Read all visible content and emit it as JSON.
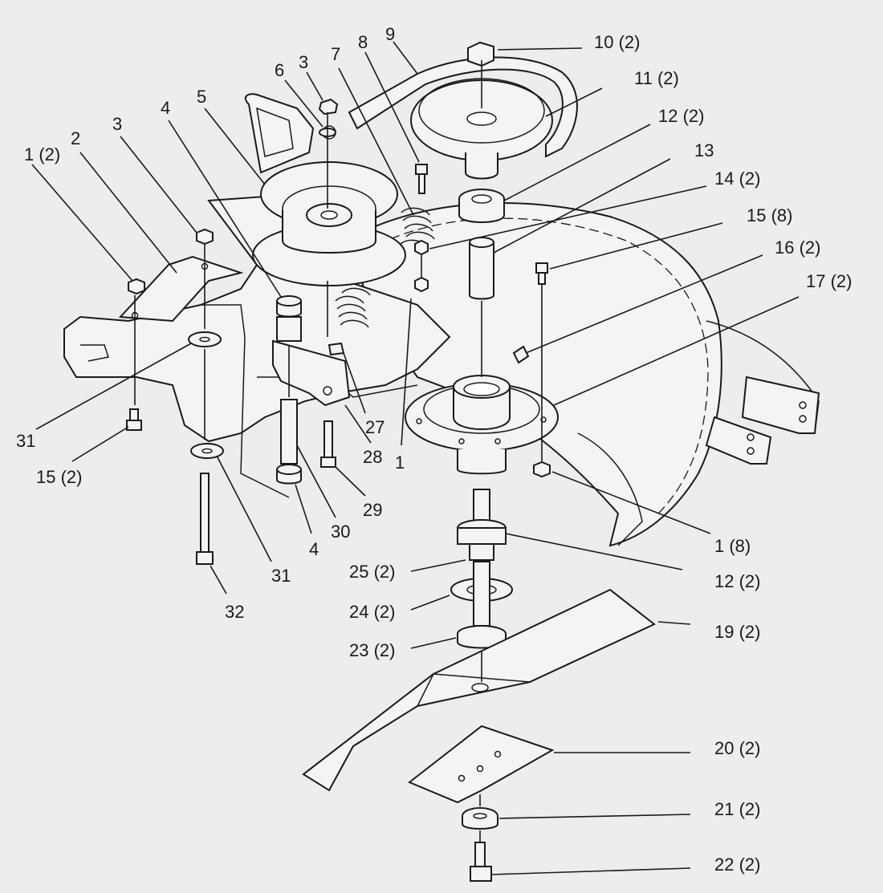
{
  "labels": {
    "l1_2": "1 (2)",
    "l2": "2",
    "l3_left": "3",
    "l3_top": "3",
    "l4_top": "4",
    "l5": "5",
    "l6": "6",
    "l7": "7",
    "l8": "8",
    "l9": "9",
    "l10": "10 (2)",
    "l11": "11 (2)",
    "l12_top": "12 (2)",
    "l13": "13",
    "l14": "14 (2)",
    "l15_8": "15 (8)",
    "l16": "16 (2)",
    "l17": "17 (2)",
    "l31_left": "31",
    "l15_2": "15 (2)",
    "l27": "27",
    "l28": "28",
    "l1_mid": "1",
    "l29": "29",
    "l30": "30",
    "l4_bottom": "4",
    "l31_bottom": "31",
    "l32": "32",
    "l1_8": "1 (8)",
    "l12_bottom": "12 (2)",
    "l25": "25 (2)",
    "l24": "24 (2)",
    "l23": "23 (2)",
    "l19": "19 (2)",
    "l20": "20 (2)",
    "l21": "21 (2)",
    "l22": "22 (2)"
  }
}
